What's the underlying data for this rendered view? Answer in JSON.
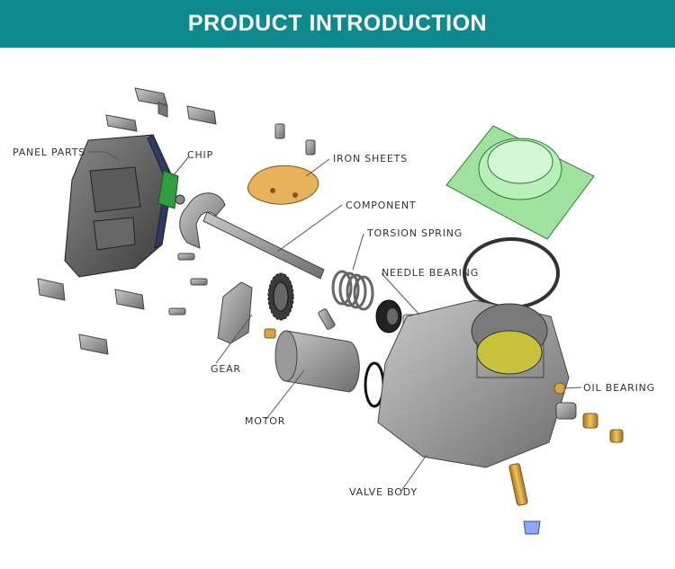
{
  "header": {
    "title": "PRODUCT INTRODUCTION",
    "bg_color": "#0f8a8c"
  },
  "labels": {
    "panel_parts": "PANEL PARTS",
    "chip": "CHIP",
    "iron_sheets": "IRON SHEETS",
    "component": "COMPONENT",
    "torsion_spring": "TORSION SPRING",
    "needle_bearing": "NEEDLE BEARING",
    "gear": "GEAR",
    "motor": "MOTOR",
    "oil_bearing": "OIL BEARING",
    "valve_body": "VALVE BODY"
  },
  "colors": {
    "accent": "#0f8a8c",
    "iron_sheet": "#e8b25a",
    "cover": "#8fdc8f",
    "chip": "#2f9e3f",
    "brass": "#d9a441"
  }
}
